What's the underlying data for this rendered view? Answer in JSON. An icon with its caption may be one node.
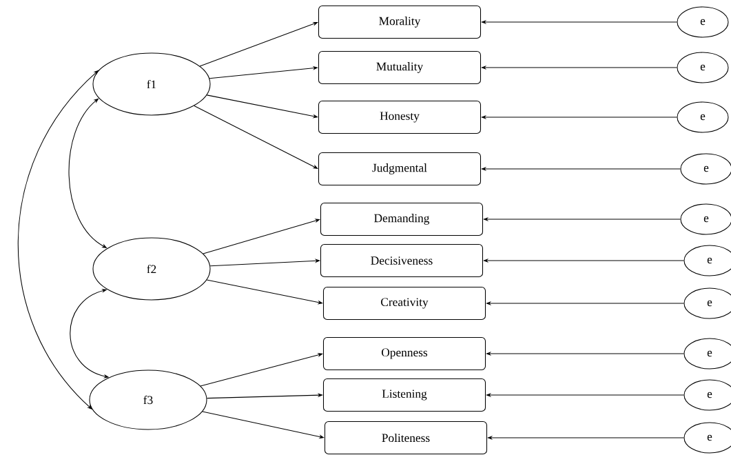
{
  "diagram": {
    "nodes": [
      {
        "text": [
          "f1"
        ]
      },
      {
        "text": [
          "f2"
        ]
      },
      {
        "text": [
          "f3"
        ]
      },
      {
        "text": [
          "Morality"
        ]
      },
      {
        "text": [
          "Mutuality"
        ]
      },
      {
        "text": [
          "Honesty"
        ]
      },
      {
        "text": [
          "Judgmental"
        ]
      },
      {
        "text": [
          "Demanding"
        ]
      },
      {
        "text": [
          "Decisiveness"
        ]
      },
      {
        "text": [
          "Creativity"
        ]
      },
      {
        "text": [
          "Openness"
        ]
      },
      {
        "text": [
          "Listening"
        ]
      },
      {
        "text": [
          "Politeness"
        ]
      },
      {
        "text": [
          "e"
        ]
      },
      {
        "text": [
          "e"
        ]
      },
      {
        "text": [
          "e"
        ]
      },
      {
        "text": [
          "e"
        ]
      },
      {
        "text": [
          "e"
        ]
      },
      {
        "text": [
          "e"
        ]
      },
      {
        "text": [
          "e"
        ]
      },
      {
        "text": [
          "e"
        ]
      },
      {
        "text": [
          "e"
        ]
      },
      {
        "text": [
          "e"
        ]
      }
    ],
    "edges": [
      {
        "from": 0,
        "to": 3,
        "arrow": "to"
      },
      {
        "from": 0,
        "to": 4,
        "arrow": "to"
      },
      {
        "from": 0,
        "to": 5,
        "arrow": "to"
      },
      {
        "from": 0,
        "to": 6,
        "arrow": "to"
      },
      {
        "from": 1,
        "to": 7,
        "arrow": "to"
      },
      {
        "from": 1,
        "to": 8,
        "arrow": "to"
      },
      {
        "from": 1,
        "to": 9,
        "arrow": "to"
      },
      {
        "from": 2,
        "to": 10,
        "arrow": "to"
      },
      {
        "from": 2,
        "to": 11,
        "arrow": "to"
      },
      {
        "from": 2,
        "to": 12,
        "arrow": "to"
      },
      {
        "from": 13,
        "to": 3,
        "arrow": "to"
      },
      {
        "from": 14,
        "to": 4,
        "arrow": "to"
      },
      {
        "from": 15,
        "to": 5,
        "arrow": "to"
      },
      {
        "from": 16,
        "to": 6,
        "arrow": "to"
      },
      {
        "from": 17,
        "to": 7,
        "arrow": "to"
      },
      {
        "from": 18,
        "to": 8,
        "arrow": "to"
      },
      {
        "from": 19,
        "to": 9,
        "arrow": "to"
      },
      {
        "from": 20,
        "to": 10,
        "arrow": "to"
      },
      {
        "from": 21,
        "to": 11,
        "arrow": "to"
      },
      {
        "from": 22,
        "to": 12,
        "arrow": "to"
      },
      {
        "from": 0,
        "to": 1,
        "arrow": "both"
      },
      {
        "from": 1,
        "to": 2,
        "arrow": "both"
      },
      {
        "from": 0,
        "to": 2,
        "arrow": "both"
      }
    ]
  }
}
